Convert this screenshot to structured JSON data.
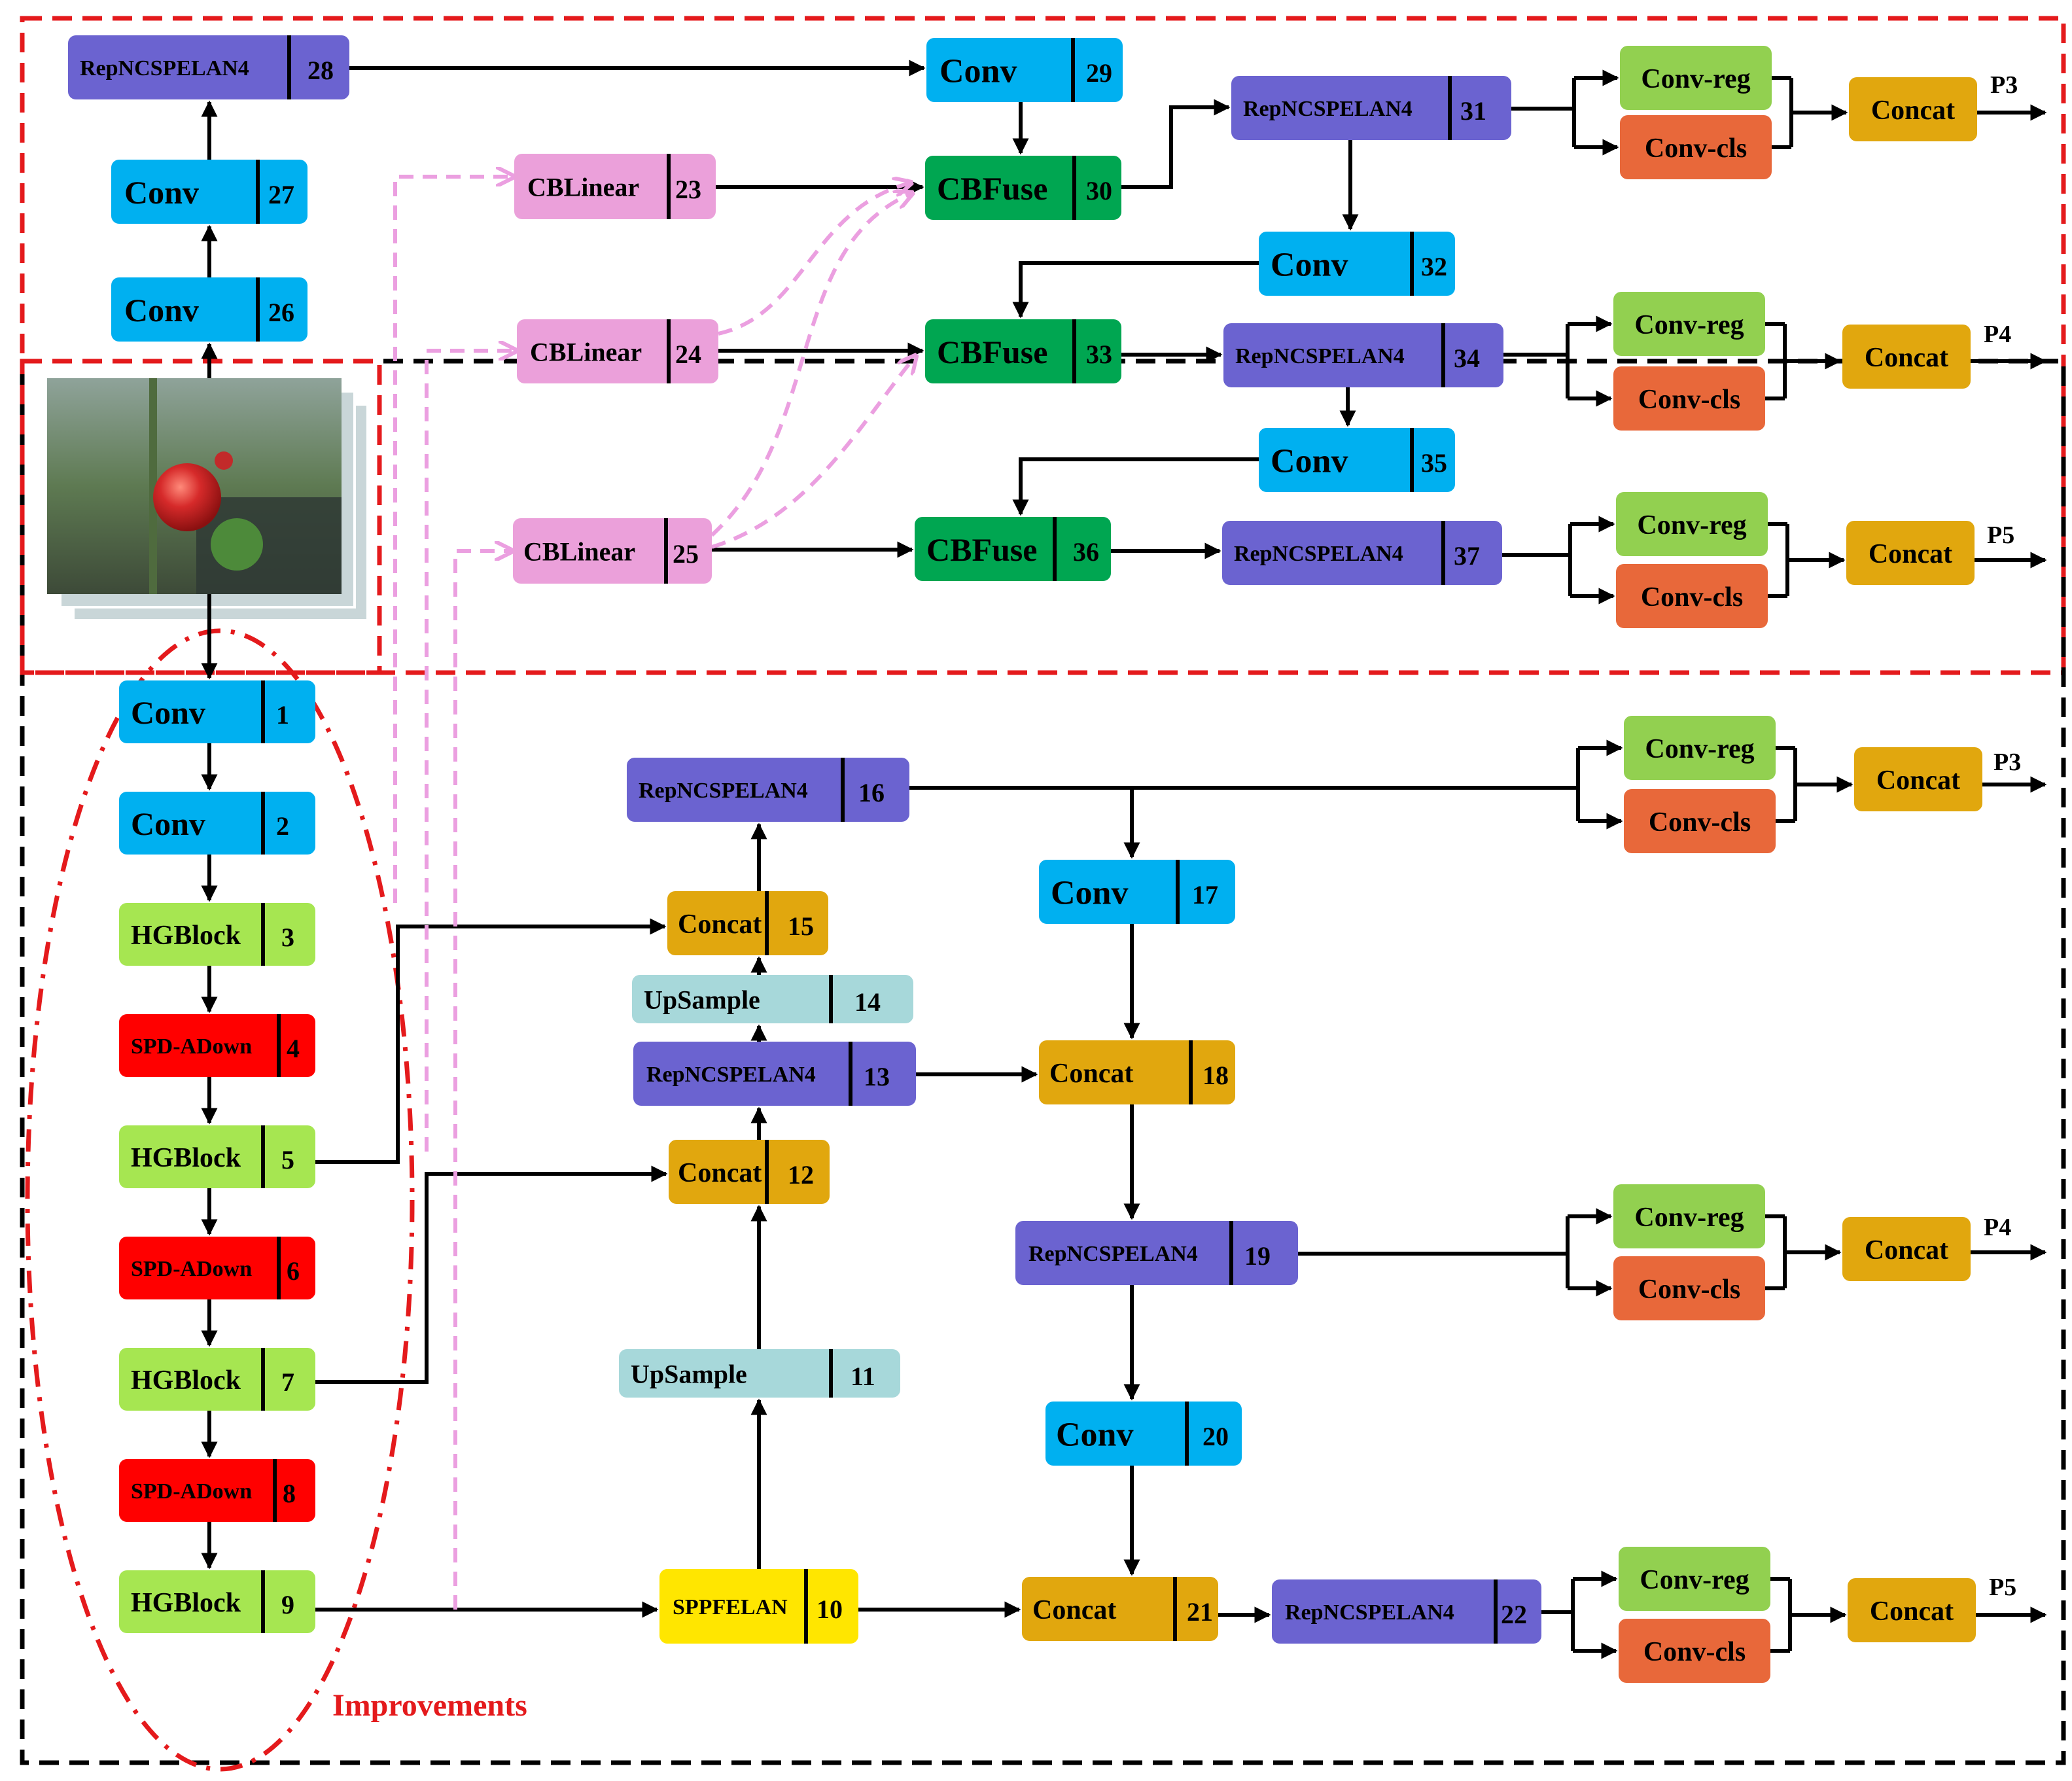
{
  "colors": {
    "conv": "#00B0F0",
    "repncspelan": "#6B63D0",
    "cblinear": "#EBA0DA",
    "cbfuse": "#00A651",
    "concat": "#E1A70E",
    "convreg": "#92D050",
    "convcls": "#E8683A",
    "hgblock": "#A6E651",
    "spdadown": "#FF0000",
    "upsample": "#A7D8DA",
    "sppfelan": "#FFE600",
    "boxBorder": "#000000",
    "redDash": "#E41A1C",
    "blackDash": "#000000",
    "pinkArrow": "#EB9FE0",
    "improvements": "#E41A1C"
  },
  "image": {
    "icon": "tomato-photo-stack"
  },
  "annotation": {
    "improvements": "Improvements"
  },
  "outputs": {
    "p3": "P3",
    "p4": "P4",
    "p5": "P5"
  },
  "nodes": [
    {
      "id": "n1",
      "label": "Conv",
      "num": "1",
      "style": "conv"
    },
    {
      "id": "n2",
      "label": "Conv",
      "num": "2",
      "style": "conv"
    },
    {
      "id": "n3",
      "label": "HGBlock",
      "num": "3",
      "style": "hgblock"
    },
    {
      "id": "n4",
      "label": "SPD-ADown",
      "num": "4",
      "style": "spdadown"
    },
    {
      "id": "n5",
      "label": "HGBlock",
      "num": "5",
      "style": "hgblock"
    },
    {
      "id": "n6",
      "label": "SPD-ADown",
      "num": "6",
      "style": "spdadown"
    },
    {
      "id": "n7",
      "label": "HGBlock",
      "num": "7",
      "style": "hgblock"
    },
    {
      "id": "n8",
      "label": "SPD-ADown",
      "num": "8",
      "style": "spdadown"
    },
    {
      "id": "n9",
      "label": "HGBlock",
      "num": "9",
      "style": "hgblock"
    },
    {
      "id": "n10",
      "label": "SPPFELAN",
      "num": "10",
      "style": "sppfelan"
    },
    {
      "id": "n11",
      "label": "UpSample",
      "num": "11",
      "style": "upsample"
    },
    {
      "id": "n12",
      "label": "Concat",
      "num": "12",
      "style": "concat"
    },
    {
      "id": "n13",
      "label": "RepNCSPELAN4",
      "num": "13",
      "style": "repncspelan"
    },
    {
      "id": "n14",
      "label": "UpSample",
      "num": "14",
      "style": "upsample"
    },
    {
      "id": "n15",
      "label": "Concat",
      "num": "15",
      "style": "concat"
    },
    {
      "id": "n16",
      "label": "RepNCSPELAN4",
      "num": "16",
      "style": "repncspelan"
    },
    {
      "id": "n17",
      "label": "Conv",
      "num": "17",
      "style": "conv"
    },
    {
      "id": "n18",
      "label": "Concat",
      "num": "18",
      "style": "concat"
    },
    {
      "id": "n19",
      "label": "RepNCSPELAN4",
      "num": "19",
      "style": "repncspelan"
    },
    {
      "id": "n20",
      "label": "Conv",
      "num": "20",
      "style": "conv"
    },
    {
      "id": "n21",
      "label": "Concat",
      "num": "21",
      "style": "concat"
    },
    {
      "id": "n22",
      "label": "RepNCSPELAN4",
      "num": "22",
      "style": "repncspelan"
    },
    {
      "id": "n23",
      "label": "CBLinear",
      "num": "23",
      "style": "cblinear"
    },
    {
      "id": "n24",
      "label": "CBLinear",
      "num": "24",
      "style": "cblinear"
    },
    {
      "id": "n25",
      "label": "CBLinear",
      "num": "25",
      "style": "cblinear"
    },
    {
      "id": "n26",
      "label": "Conv",
      "num": "26",
      "style": "conv"
    },
    {
      "id": "n27",
      "label": "Conv",
      "num": "27",
      "style": "conv"
    },
    {
      "id": "n28",
      "label": "RepNCSPELAN4",
      "num": "28",
      "style": "repncspelan"
    },
    {
      "id": "n29",
      "label": "Conv",
      "num": "29",
      "style": "conv"
    },
    {
      "id": "n30",
      "label": "CBFuse",
      "num": "30",
      "style": "cbfuse"
    },
    {
      "id": "n31",
      "label": "RepNCSPELAN4",
      "num": "31",
      "style": "repncspelan"
    },
    {
      "id": "n32",
      "label": "Conv",
      "num": "32",
      "style": "conv"
    },
    {
      "id": "n33",
      "label": "CBFuse",
      "num": "33",
      "style": "cbfuse"
    },
    {
      "id": "n34",
      "label": "RepNCSPELAN4",
      "num": "34",
      "style": "repncspelan"
    },
    {
      "id": "n35",
      "label": "Conv",
      "num": "35",
      "style": "conv"
    },
    {
      "id": "n36",
      "label": "CBFuse",
      "num": "36",
      "style": "cbfuse"
    },
    {
      "id": "n37",
      "label": "RepNCSPELAN4",
      "num": "37",
      "style": "repncspelan"
    },
    {
      "id": "ha_reg",
      "label": "Conv-reg",
      "num": "",
      "style": "convreg"
    },
    {
      "id": "ha_cls",
      "label": "Conv-cls",
      "num": "",
      "style": "convcls"
    },
    {
      "id": "ha_cat",
      "label": "Concat",
      "num": "",
      "style": "concat"
    },
    {
      "id": "hb_reg",
      "label": "Conv-reg",
      "num": "",
      "style": "convreg"
    },
    {
      "id": "hb_cls",
      "label": "Conv-cls",
      "num": "",
      "style": "convcls"
    },
    {
      "id": "hb_cat",
      "label": "Concat",
      "num": "",
      "style": "concat"
    },
    {
      "id": "hc_reg",
      "label": "Conv-reg",
      "num": "",
      "style": "convreg"
    },
    {
      "id": "hc_cls",
      "label": "Conv-cls",
      "num": "",
      "style": "convcls"
    },
    {
      "id": "hc_cat",
      "label": "Concat",
      "num": "",
      "style": "concat"
    },
    {
      "id": "hd_reg",
      "label": "Conv-reg",
      "num": "",
      "style": "convreg"
    },
    {
      "id": "hd_cls",
      "label": "Conv-cls",
      "num": "",
      "style": "convcls"
    },
    {
      "id": "hd_cat",
      "label": "Concat",
      "num": "",
      "style": "concat"
    },
    {
      "id": "he_reg",
      "label": "Conv-reg",
      "num": "",
      "style": "convreg"
    },
    {
      "id": "he_cls",
      "label": "Conv-cls",
      "num": "",
      "style": "convcls"
    },
    {
      "id": "he_cat",
      "label": "Concat",
      "num": "",
      "style": "concat"
    },
    {
      "id": "hf_reg",
      "label": "Conv-reg",
      "num": "",
      "style": "convreg"
    },
    {
      "id": "hf_cls",
      "label": "Conv-cls",
      "num": "",
      "style": "convcls"
    },
    {
      "id": "hf_cat",
      "label": "Concat",
      "num": "",
      "style": "concat"
    }
  ]
}
